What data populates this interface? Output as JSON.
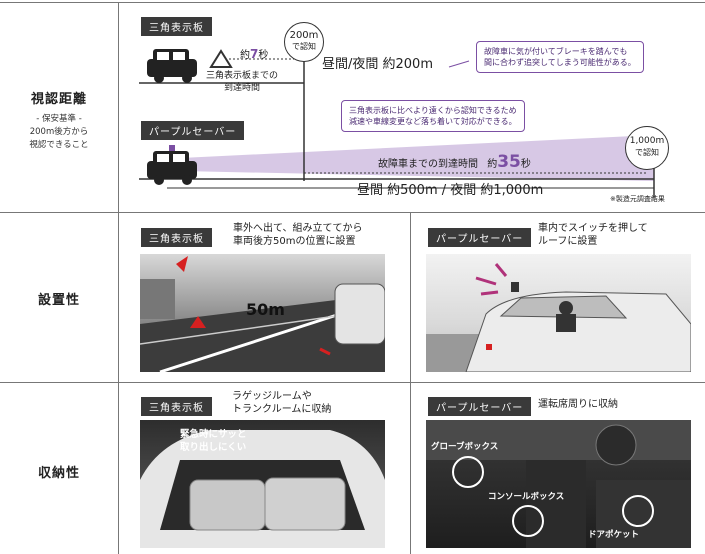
{
  "rows": {
    "visibility": {
      "title": "視認距離",
      "sub1": "- 保安基準 -",
      "sub2": "200m後方から",
      "sub3": "視認できること"
    },
    "setup": {
      "title": "設置性"
    },
    "storage": {
      "title": "収納性"
    }
  },
  "visibility": {
    "tri_tag": "三角表示板",
    "purple_tag": "パープルセーバー",
    "tri_time_prefix": "約",
    "tri_time_num": "7",
    "tri_time_unit": "秒",
    "tri_arrival1": "三角表示板までの",
    "tri_arrival2": "到達時間",
    "circle200_a": "200m",
    "circle200_b": "で認知",
    "day_night_200": "昼間/夜間 約200m",
    "callout_tri1": "故障車に気が付いてブレーキを踏んでも",
    "callout_tri2": "間に合わず追突してしまう可能性がある。",
    "callout_purple1": "三角表示板に比べより遠くから認知できるため",
    "callout_purple2": "減速や車線変更など落ち着いて対応ができる。",
    "circle1000_a": "1,000m",
    "circle1000_b": "で認知",
    "arrival_label": "故障車までの到達時間",
    "arrival_prefix": "約",
    "arrival_num": "35",
    "arrival_unit": "秒",
    "distance_summary": "昼間 約500m / 夜間 約1,000m",
    "note": "※製造元調査結果"
  },
  "setup": {
    "tri_tag": "三角表示板",
    "tri_desc1": "車外へ出て、組み立ててから",
    "tri_desc2": "車両後方50mの位置に設置",
    "distance": "50m",
    "purple_tag": "パープルセーバー",
    "purple_desc1": "車内でスイッチを押して",
    "purple_desc2": "ルーフに設置"
  },
  "storage": {
    "tri_tag": "三角表示板",
    "tri_desc1": "ラゲッジルームや",
    "tri_desc2": "トランクルームに収納",
    "photo_text1": "緊急時にサッと",
    "photo_text2": "取り出しにくい",
    "purple_tag": "パープルセーバー",
    "purple_desc": "運転席周りに収納",
    "glovebox": "グローブボックス",
    "console": "コンソールボックス",
    "doorpocket": "ドアポケット"
  },
  "colors": {
    "purple": "#7b4fa3",
    "purple_light": "#c9b6dc",
    "tag": "#3a3a3a"
  }
}
